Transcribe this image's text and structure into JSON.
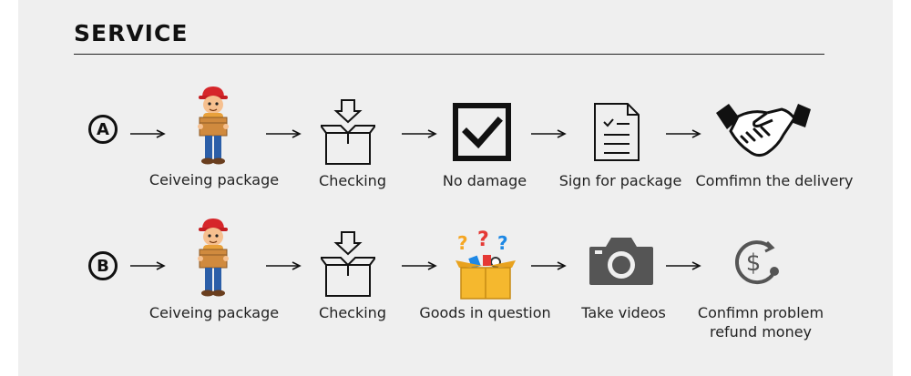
{
  "header": {
    "title": "SERVICE"
  },
  "rows": [
    {
      "badge": "A",
      "steps": [
        {
          "label": "Ceiveing package",
          "icon": "delivery-person-icon"
        },
        {
          "label": "Checking",
          "icon": "open-box-icon"
        },
        {
          "label": "No damage",
          "icon": "checkbox-icon"
        },
        {
          "label": "Sign for package",
          "icon": "document-icon"
        },
        {
          "label": "Comfimn the delivery",
          "icon": "handshake-icon"
        }
      ]
    },
    {
      "badge": "B",
      "steps": [
        {
          "label": "Ceiveing package",
          "icon": "delivery-person-icon"
        },
        {
          "label": "Checking",
          "icon": "open-box-icon"
        },
        {
          "label": "Goods in question",
          "icon": "question-box-icon"
        },
        {
          "label": "Take videos",
          "icon": "camera-icon"
        },
        {
          "label_line1": "Confimn problem",
          "label_line2": "refund money",
          "icon": "refund-dollar-icon"
        }
      ]
    }
  ],
  "colors": {
    "panel": "#efefef",
    "question_red": "#e53935",
    "question_blue": "#1e88e5",
    "box_yellow": "#f5b82e",
    "camera_gray": "#555555"
  }
}
